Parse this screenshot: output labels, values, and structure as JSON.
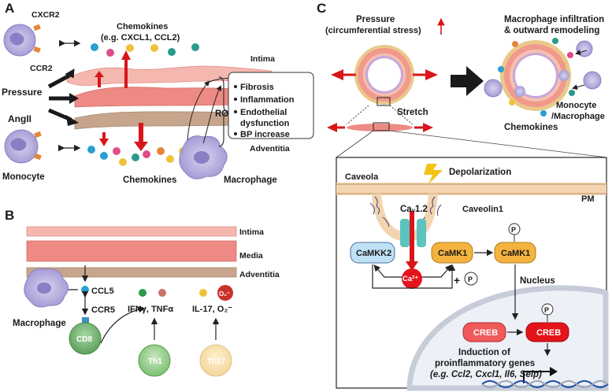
{
  "panelA": {
    "letter": "A",
    "cxcr2": "CXCR2",
    "ccr2": "CCR2",
    "chemokines_title": "Chemokines",
    "chemokines_eg": "(e.g. CXCL1, CCL2)",
    "pressure": "Pressure",
    "angII": "AngII",
    "monocyte": "Monocyte",
    "chemokines_bottom": "Chemokines",
    "intima": "Intima",
    "adventitia": "Adventitia",
    "ros": "ROS",
    "macrophage": "Macrophage",
    "effects": [
      "Fibrosis",
      "Inflammation",
      "Endothelial",
      "dysfunction",
      "BP increase"
    ]
  },
  "panelB": {
    "letter": "B",
    "intima": "Intima",
    "media": "Media",
    "adventitia": "Adventitia",
    "ccl5": "CCL5",
    "ccr5": "CCR5",
    "macrophage": "Macrophage",
    "cd8": "CD8",
    "ifn": "IFNγ, TNFα",
    "il17": "IL-17, O₂⁻",
    "o2": "O₂⁻",
    "th1": "Th1",
    "th17": "Th17"
  },
  "panelC": {
    "letter": "C",
    "pressure": "Pressure",
    "stress": "(circumferential stress)",
    "infiltration1": "Macrophage infiltration",
    "infiltration2": "& outward remodeling",
    "monocyte1": "Monocyte",
    "monocyte2": "/Macrophage",
    "chemokines": "Chemokines",
    "stretch": "Stretch",
    "caveola": "Caveola",
    "depolarization": "Depolarization",
    "pm": "PM",
    "cav": "Caᵥ1.2",
    "caveolin": "Caveolin1",
    "camkk2": "CaMKK2",
    "camk1a": "CaMK1",
    "camk1b": "CaMK1",
    "ca2": "Ca²⁺",
    "p": "P",
    "nucleus": "Nucleus",
    "creb1": "CREB",
    "creb2": "CREB",
    "induction1": "Induction of",
    "induction2": "proinflammatory genes",
    "induction3": "(e.g. Ccl2, Cxcl1, Il6, Selp)"
  }
}
